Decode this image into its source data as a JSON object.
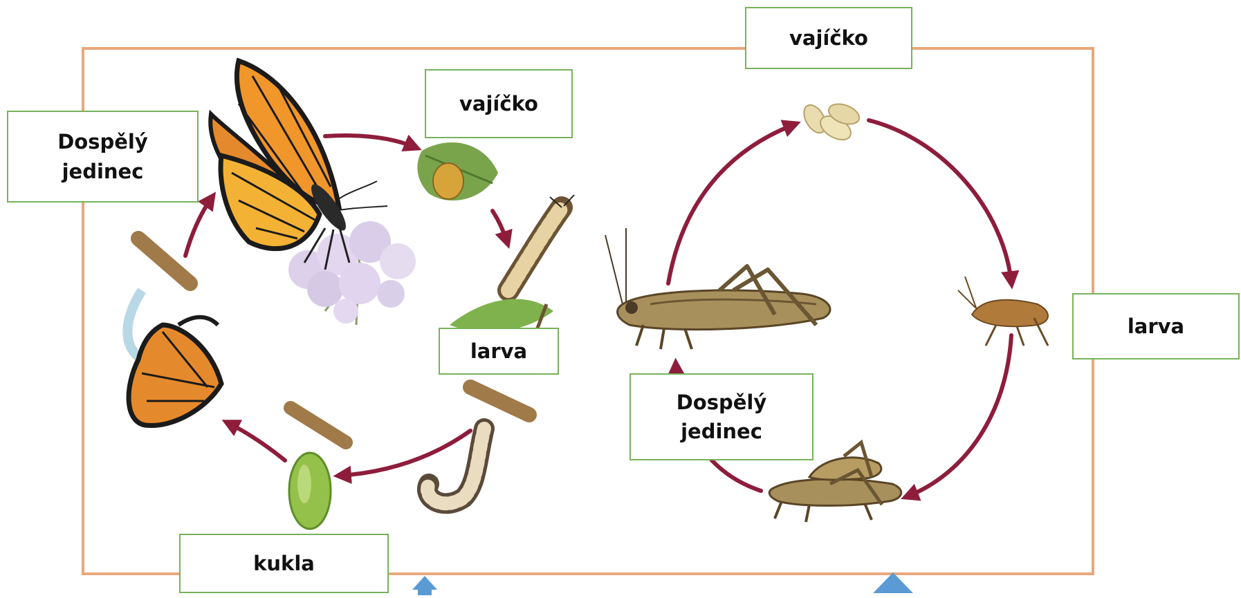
{
  "colors": {
    "frame": "#e8a87c",
    "arrow": "#8e1d3c",
    "label_border": "#77b25a",
    "pointer": "#5b9bd5"
  },
  "labels": {
    "butterfly_adult": "Dospělý\njedinec",
    "butterfly_egg": "vajíčko",
    "butterfly_larva": "larva",
    "butterfly_pupa": "kukla",
    "grasshopper_egg": "vajíčko",
    "grasshopper_larva": "larva",
    "grasshopper_adult": "Dospělý\njedinec"
  },
  "illustrations": {
    "butterfly_cycle": [
      "monarch-butterfly",
      "milkweed-flower",
      "egg-on-leaf",
      "caterpillar",
      "j-hanging-caterpillar",
      "green-chrysalis",
      "emerging-butterfly"
    ],
    "grasshopper_cycle": [
      "grasshopper-eggs",
      "grasshopper-nymph",
      "adult-grasshopper",
      "mating-grasshoppers"
    ]
  }
}
